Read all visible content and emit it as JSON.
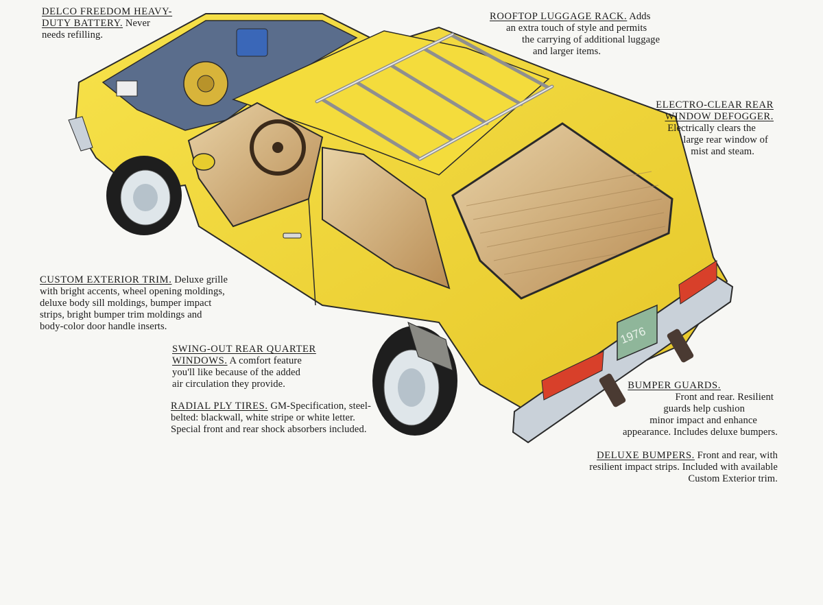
{
  "callouts": {
    "battery": {
      "lines": [
        {
          "heading": "DELCO FREEDOM HEAVY-",
          "text": ""
        },
        {
          "heading": "DUTY BATTERY.",
          "text": " Never"
        },
        {
          "heading": "",
          "text": "needs refilling."
        }
      ]
    },
    "luggage_rack": {
      "lines": [
        {
          "heading": "ROOFTOP LUGGAGE RACK.",
          "text": " Adds"
        },
        {
          "heading": "",
          "text": "an extra touch of style and permits"
        },
        {
          "heading": "",
          "text": "the carrying of additional luggage"
        },
        {
          "heading": "",
          "text": "and larger items."
        }
      ]
    },
    "defogger": {
      "lines": [
        {
          "heading": "ELECTRO-CLEAR REAR",
          "text": ""
        },
        {
          "heading": "WINDOW DEFOGGER.",
          "text": ""
        },
        {
          "heading": "",
          "text": "Electrically clears the"
        },
        {
          "heading": "",
          "text": "large rear window of"
        },
        {
          "heading": "",
          "text": "mist and steam."
        }
      ]
    },
    "exterior_trim": {
      "lines": [
        {
          "heading": "CUSTOM EXTERIOR TRIM.",
          "text": " Deluxe grille"
        },
        {
          "heading": "",
          "text": "with bright accents, wheel opening moldings,"
        },
        {
          "heading": "",
          "text": "deluxe body sill moldings, bumper impact"
        },
        {
          "heading": "",
          "text": "strips, bright bumper trim moldings and"
        },
        {
          "heading": "",
          "text": "body-color door handle inserts."
        }
      ]
    },
    "quarter_windows": {
      "lines": [
        {
          "heading": "SWING-OUT REAR QUARTER",
          "text": ""
        },
        {
          "heading": "WINDOWS.",
          "text": " A comfort feature"
        },
        {
          "heading": "",
          "text": "you'll like because of the added"
        },
        {
          "heading": "",
          "text": "air circulation they provide."
        }
      ]
    },
    "tires": {
      "lines": [
        {
          "heading": "RADIAL PLY TIRES.",
          "text": " GM-Specification, steel-"
        },
        {
          "heading": "",
          "text": "belted: blackwall, white stripe or white letter."
        },
        {
          "heading": "",
          "text": "Special front and rear shock absorbers included."
        }
      ]
    },
    "bumper_guards": {
      "lines": [
        {
          "heading": "BUMPER GUARDS.",
          "text": ""
        },
        {
          "heading": "",
          "text": "Front and rear. Resilient"
        },
        {
          "heading": "",
          "text": "guards help cushion"
        },
        {
          "heading": "",
          "text": "minor impact and enhance"
        },
        {
          "heading": "",
          "text": "appearance. Includes deluxe bumpers."
        }
      ]
    },
    "deluxe_bumpers": {
      "lines": [
        {
          "heading": "DELUXE BUMPERS.",
          "text": " Front and rear, with"
        },
        {
          "heading": "",
          "text": "resilient impact strips. Included with available"
        },
        {
          "heading": "",
          "text": "Custom Exterior trim."
        }
      ]
    }
  },
  "illustration": {
    "license_plate": "1976",
    "body_color": "#f2d93a",
    "interior_color": "#c9a36a"
  }
}
